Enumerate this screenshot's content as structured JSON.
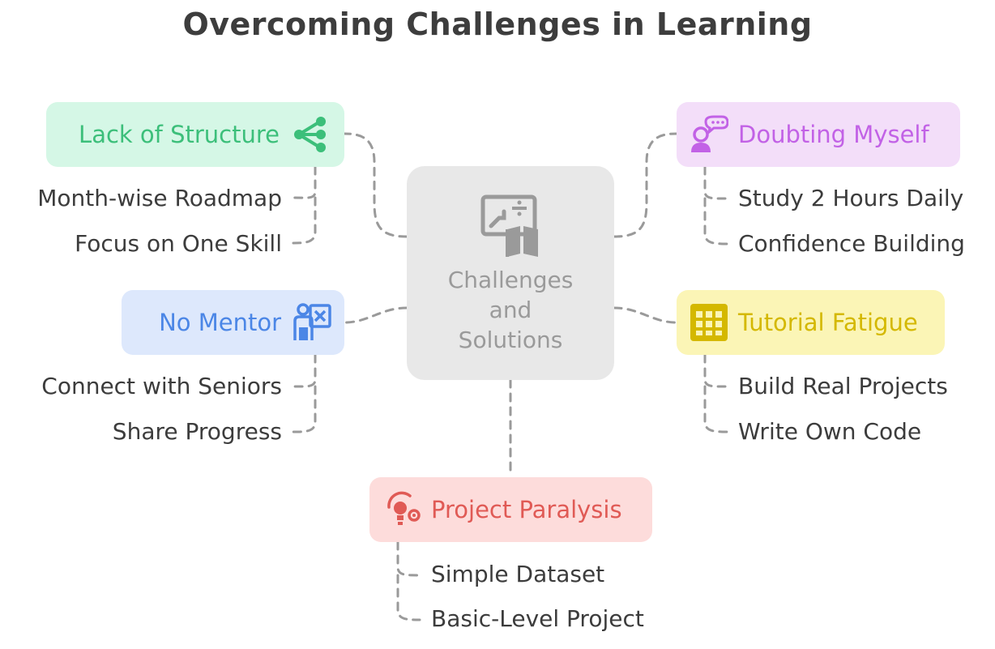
{
  "title": "Overcoming Challenges in Learning",
  "center": {
    "line1": "Challenges",
    "line2": "and",
    "line3": "Solutions",
    "icon": "teaching-board-icon"
  },
  "branches": {
    "lack_of_structure": {
      "label": "Lack of Structure",
      "icon": "share-nodes-icon",
      "color": "#3cbf7a",
      "bg": "#d5f7e6",
      "items": [
        "Month-wise Roadmap",
        "Focus on One Skill"
      ]
    },
    "no_mentor": {
      "label": "No Mentor",
      "icon": "teacher-icon",
      "color": "#4b86e6",
      "bg": "#dde8fc",
      "items": [
        "Connect with Seniors",
        "Share Progress"
      ]
    },
    "doubting_myself": {
      "label": "Doubting Myself",
      "icon": "thinking-person-icon",
      "color": "#c262e6",
      "bg": "#f3def9",
      "items": [
        "Study 2 Hours Daily",
        "Confidence Building"
      ]
    },
    "tutorial_fatigue": {
      "label": "Tutorial Fatigue",
      "icon": "grid-table-icon",
      "color": "#d4b800",
      "bg": "#fbf5b6",
      "items": [
        "Build Real Projects",
        "Write Own Code"
      ]
    },
    "project_paralysis": {
      "label": "Project Paralysis",
      "icon": "lightbulb-gear-icon",
      "color": "#e05a55",
      "bg": "#fddcdb",
      "items": [
        "Simple Dataset",
        "Basic-Level Project"
      ]
    }
  }
}
